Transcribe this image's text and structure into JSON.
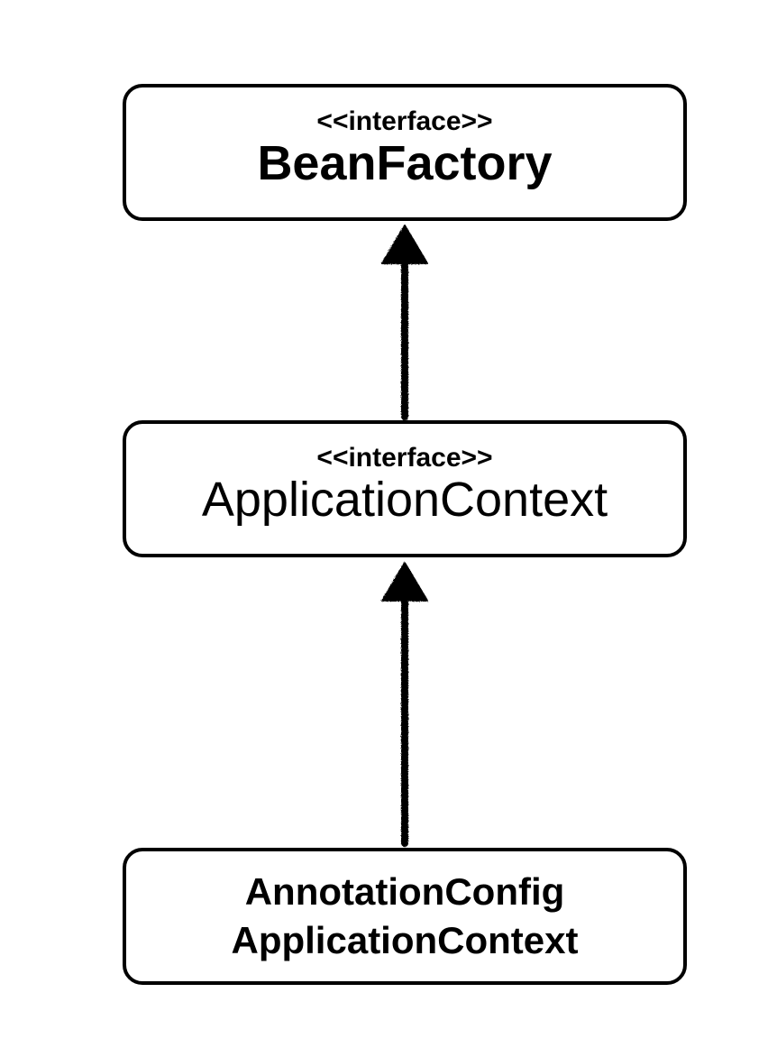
{
  "nodes": {
    "bean_factory": {
      "stereotype": "<<interface>>",
      "name": "BeanFactory"
    },
    "application_context": {
      "stereotype": "<<interface>>",
      "name": "ApplicationContext"
    },
    "annotation_config_application_context": {
      "name_line1": "AnnotationConfig",
      "name_line2": "ApplicationContext"
    }
  },
  "edges": [
    {
      "from": "annotation_config_application_context",
      "to": "application_context",
      "type": "inheritance"
    },
    {
      "from": "application_context",
      "to": "bean_factory",
      "type": "inheritance"
    }
  ],
  "colors": {
    "stroke": "#000000",
    "background": "#ffffff"
  }
}
